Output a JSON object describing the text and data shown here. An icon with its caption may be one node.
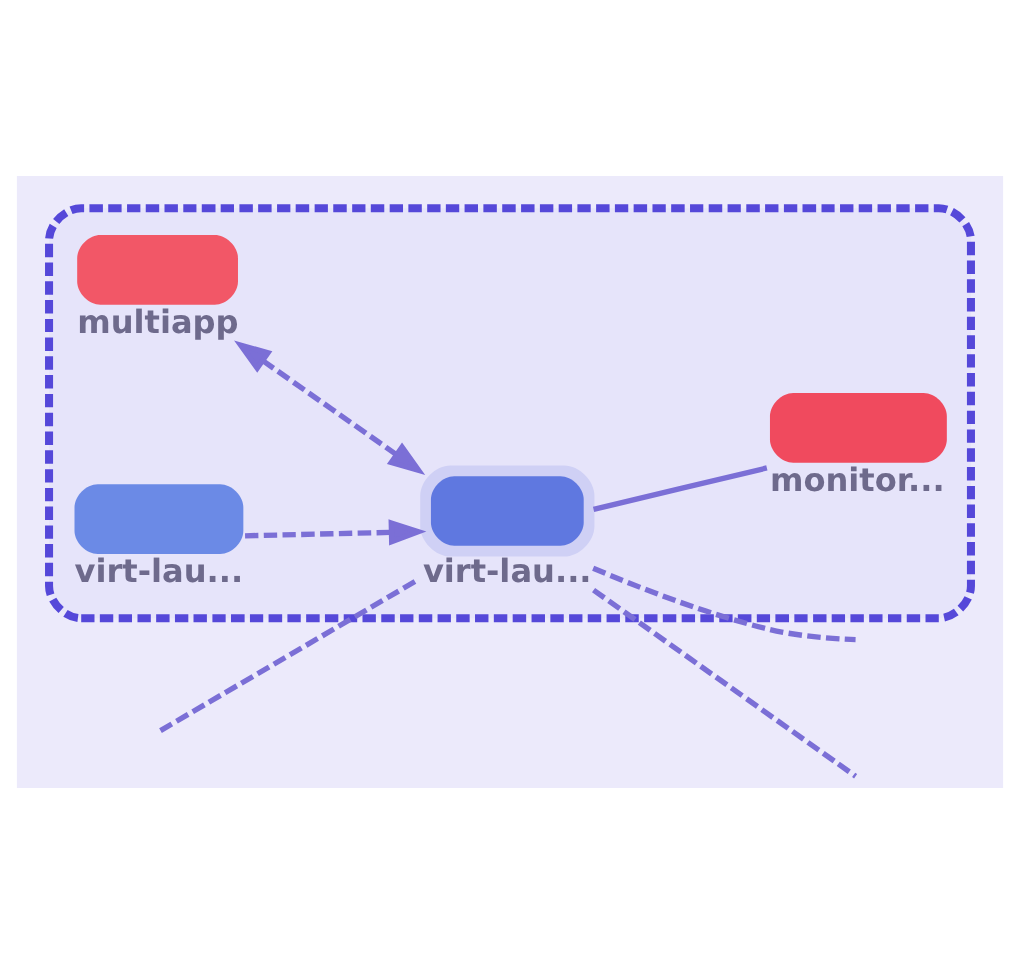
{
  "diagram": {
    "nodes": [
      {
        "text": [],
        "shape": "box"
      },
      {
        "text": [
          "multiapp"
        ],
        "in": 0
      },
      {
        "text": [
          "virt-lau..."
        ],
        "in": 0
      },
      {
        "text": [
          "virt-lau..."
        ],
        "in": 0
      },
      {
        "text": [
          "monitor..."
        ],
        "in": 0
      }
    ],
    "edges": [
      {
        "from": 1,
        "to": 2,
        "arrow": "both",
        "style": "dashed"
      },
      {
        "from": 3,
        "to": 2,
        "arrow": "to",
        "style": "dashed"
      },
      {
        "from": 2,
        "to": 4,
        "arrow": "none"
      },
      {
        "from": null,
        "to": 2,
        "arrow": "none",
        "style": "dashed"
      },
      {
        "from": 2,
        "to": null,
        "arrow": "none",
        "style": "dashed"
      },
      {
        "from": 2,
        "to": null,
        "arrow": "none",
        "style": "dashed"
      }
    ]
  }
}
